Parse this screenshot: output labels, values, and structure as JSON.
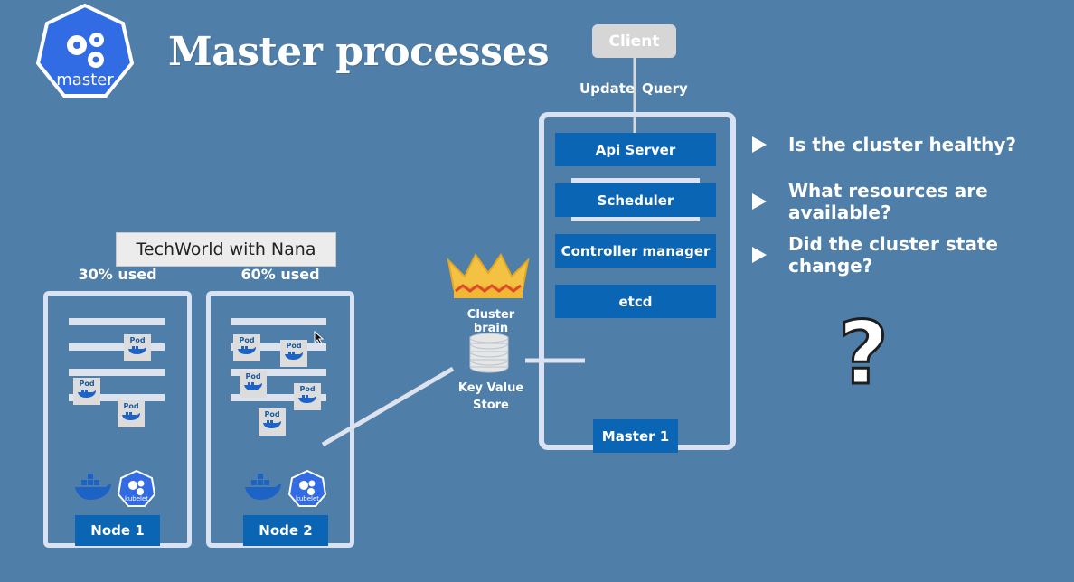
{
  "header": {
    "title": "Master processes",
    "logo_text": "master"
  },
  "client": {
    "label": "Client",
    "update": "Update",
    "query": "Query"
  },
  "master": {
    "processes": [
      "Api Server",
      "Scheduler",
      "Controller manager",
      "etcd"
    ],
    "label": "Master 1"
  },
  "store": {
    "crown_label": "Cluster brain",
    "kv_line1": "Key Value",
    "kv_line2": "Store"
  },
  "questions": [
    "Is the cluster healthy?",
    "What resources are available?",
    "Did the cluster state change?"
  ],
  "question_mark": "?",
  "watermark": "TechWorld with Nana",
  "nodes": [
    {
      "label": "Node 1",
      "usage": "30% used",
      "kubelet": "kubelet"
    },
    {
      "label": "Node 2",
      "usage": "60% used",
      "kubelet": "kubelet"
    }
  ],
  "pod_label": "Pod",
  "colors": {
    "background": "#4f7ea8",
    "accent": "#0a66b4",
    "frame": "#d9e2f2",
    "client": "#d6d6d6"
  }
}
